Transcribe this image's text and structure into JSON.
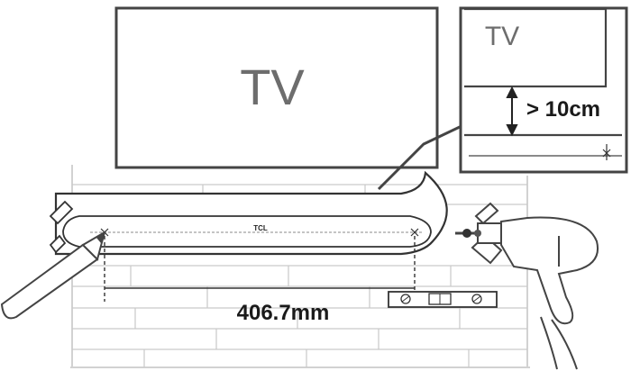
{
  "tv_label": "TV",
  "inset": {
    "tv_label": "TV",
    "clearance_text": "> 10cm"
  },
  "soundbar": {
    "brand": "TCL"
  },
  "hole_spacing_text": "406.7mm"
}
